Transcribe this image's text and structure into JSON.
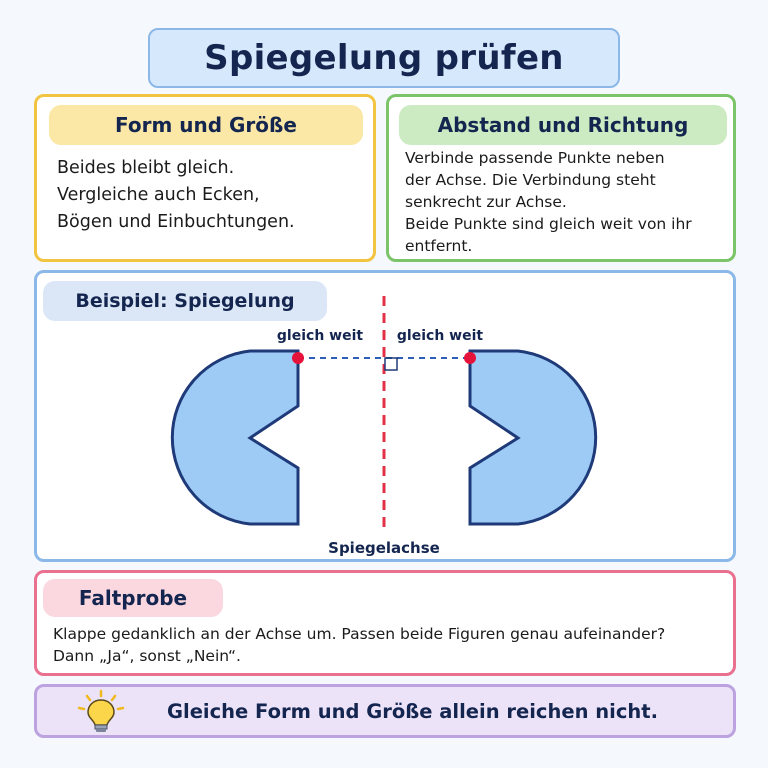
{
  "title": "Spiegelung prüfen",
  "form_card": {
    "heading": "Form und Größe",
    "lines": [
      "Beides bleibt gleich.",
      "Vergleiche auch Ecken,",
      "Bögen und Einbuchtungen."
    ]
  },
  "distance_card": {
    "heading": "Abstand und Richtung",
    "lines": [
      "Verbinde passende Punkte neben",
      "der Achse. Die Verbindung steht",
      "senkrecht zur Achse.",
      "Beide Punkte sind gleich weit von ihr",
      "entfernt."
    ]
  },
  "example_card": {
    "heading": "Beispiel: Spiegelung",
    "left_label": "gleich weit",
    "right_label": "gleich weit",
    "axis_label": "Spiegelachse",
    "colors": {
      "shape_fill": "#9ecbf6",
      "shape_stroke": "#1f3a78",
      "axis": "#e23147",
      "point": "#e5123a",
      "connector": "#2d5fb8"
    }
  },
  "fold_card": {
    "heading": "Faltprobe",
    "lines": [
      "Klappe gedanklich an der Achse um. Passen beide Figuren genau aufeinander?",
      "Dann „Ja“, sonst „Nein“."
    ]
  },
  "tip": {
    "icon": "lightbulb-icon",
    "text": "Gleiche Form und Größe allein reichen nicht."
  }
}
